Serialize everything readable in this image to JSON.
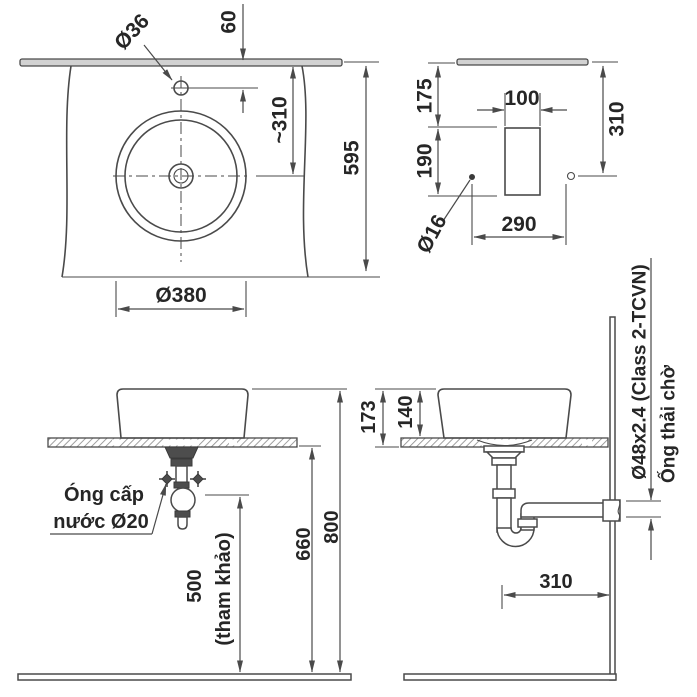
{
  "drawing": {
    "type": "technical-installation-drawing",
    "subject": "counter-top round washbasin installation dimensions",
    "colors": {
      "line": "#4a4a4a",
      "text": "#262626",
      "counter_fill": "#d2d2d2",
      "fitting_dark": "#4d4d4d",
      "background": "#ffffff"
    },
    "labels": {
      "plan": {
        "faucet_hole": "Ø36",
        "edge_to_hole": "60",
        "hole_to_center": "~310",
        "counter_depth": "595",
        "basin_dia": "Ø380"
      },
      "template": {
        "edge_gap": "175",
        "row_gap": "190",
        "slot_width": "100",
        "edge_to_holes": "310",
        "hole_spacing": "290",
        "supply_hole": "Ø16"
      },
      "front": {
        "supply_line1": "Óng cấp",
        "supply_line2": "nước Ø20",
        "ref_height": "500",
        "ref_note": "(tham khảo)",
        "counter_height": "660",
        "rim_height": "800"
      },
      "side": {
        "rim_to_counter_bottom": "173",
        "rim_to_counter_top": "140",
        "waste_pipe_spec": "Ø48x2.4 (Class 2-TCVN)",
        "waste_pipe_note": "Ống thải chờ",
        "trap_to_wall": "310"
      }
    }
  }
}
